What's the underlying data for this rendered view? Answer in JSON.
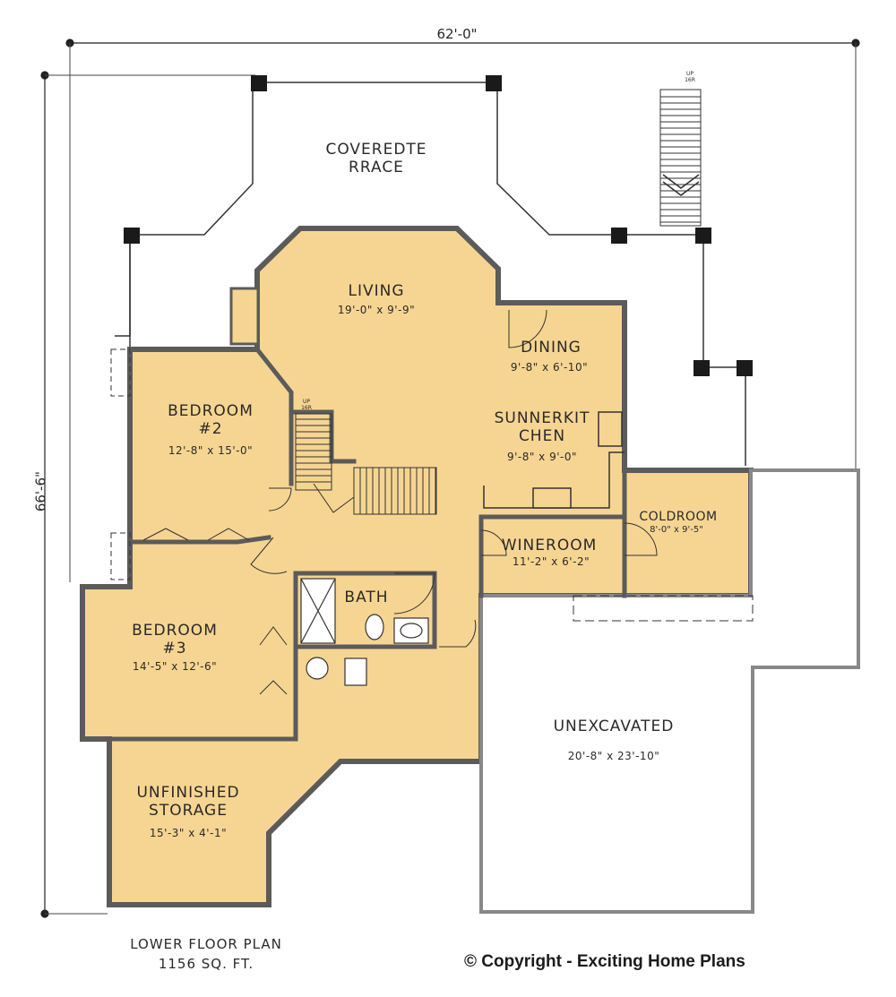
{
  "overall": {
    "width_label": "62'-0\"",
    "depth_label": "66'-6\""
  },
  "rooms": {
    "terrace": {
      "name": "COVEREDTE\nRRACE"
    },
    "living": {
      "name": "LIVING",
      "dims": "19'-0\" x 9'-9\""
    },
    "dining": {
      "name": "DINING",
      "dims": "9'-8\" x 6'-10\""
    },
    "kitchen": {
      "name": "SUNNERKIT\nCHEN",
      "dims": "9'-8\" x 9'-0\""
    },
    "bedroom2": {
      "name": "BEDROOM\n#2",
      "dims": "12'-8\" x 15'-0\""
    },
    "coldroom": {
      "name": "COLDROOM",
      "dims": "8'-0\" x 9'-5\""
    },
    "wineroom": {
      "name": "WINEROOM",
      "dims": "11'-2\" x 6'-2\""
    },
    "bath": {
      "name": "BATH"
    },
    "bedroom3": {
      "name": "BEDROOM\n#3",
      "dims": "14'-5\" x 12'-6\""
    },
    "unexcavated": {
      "name": "UNEXCAVATED",
      "dims": "20'-8\" x 23'-10\""
    },
    "storage": {
      "name": "UNFINISHED\nSTORAGE",
      "dims": "15'-3\" x 4'-1\""
    }
  },
  "stairs": {
    "exterior_note": "UP\n16R",
    "interior_note": "UP\n16R"
  },
  "footer": {
    "plan_title": "LOWER FLOOR PLAN",
    "area": "1156 SQ. FT.",
    "copyright": "© Copyright - Exciting Home Plans"
  },
  "colors": {
    "floor_fill": "#f6d592",
    "wall": "#5a5a5a",
    "line": "#333333",
    "background": "#ffffff"
  }
}
